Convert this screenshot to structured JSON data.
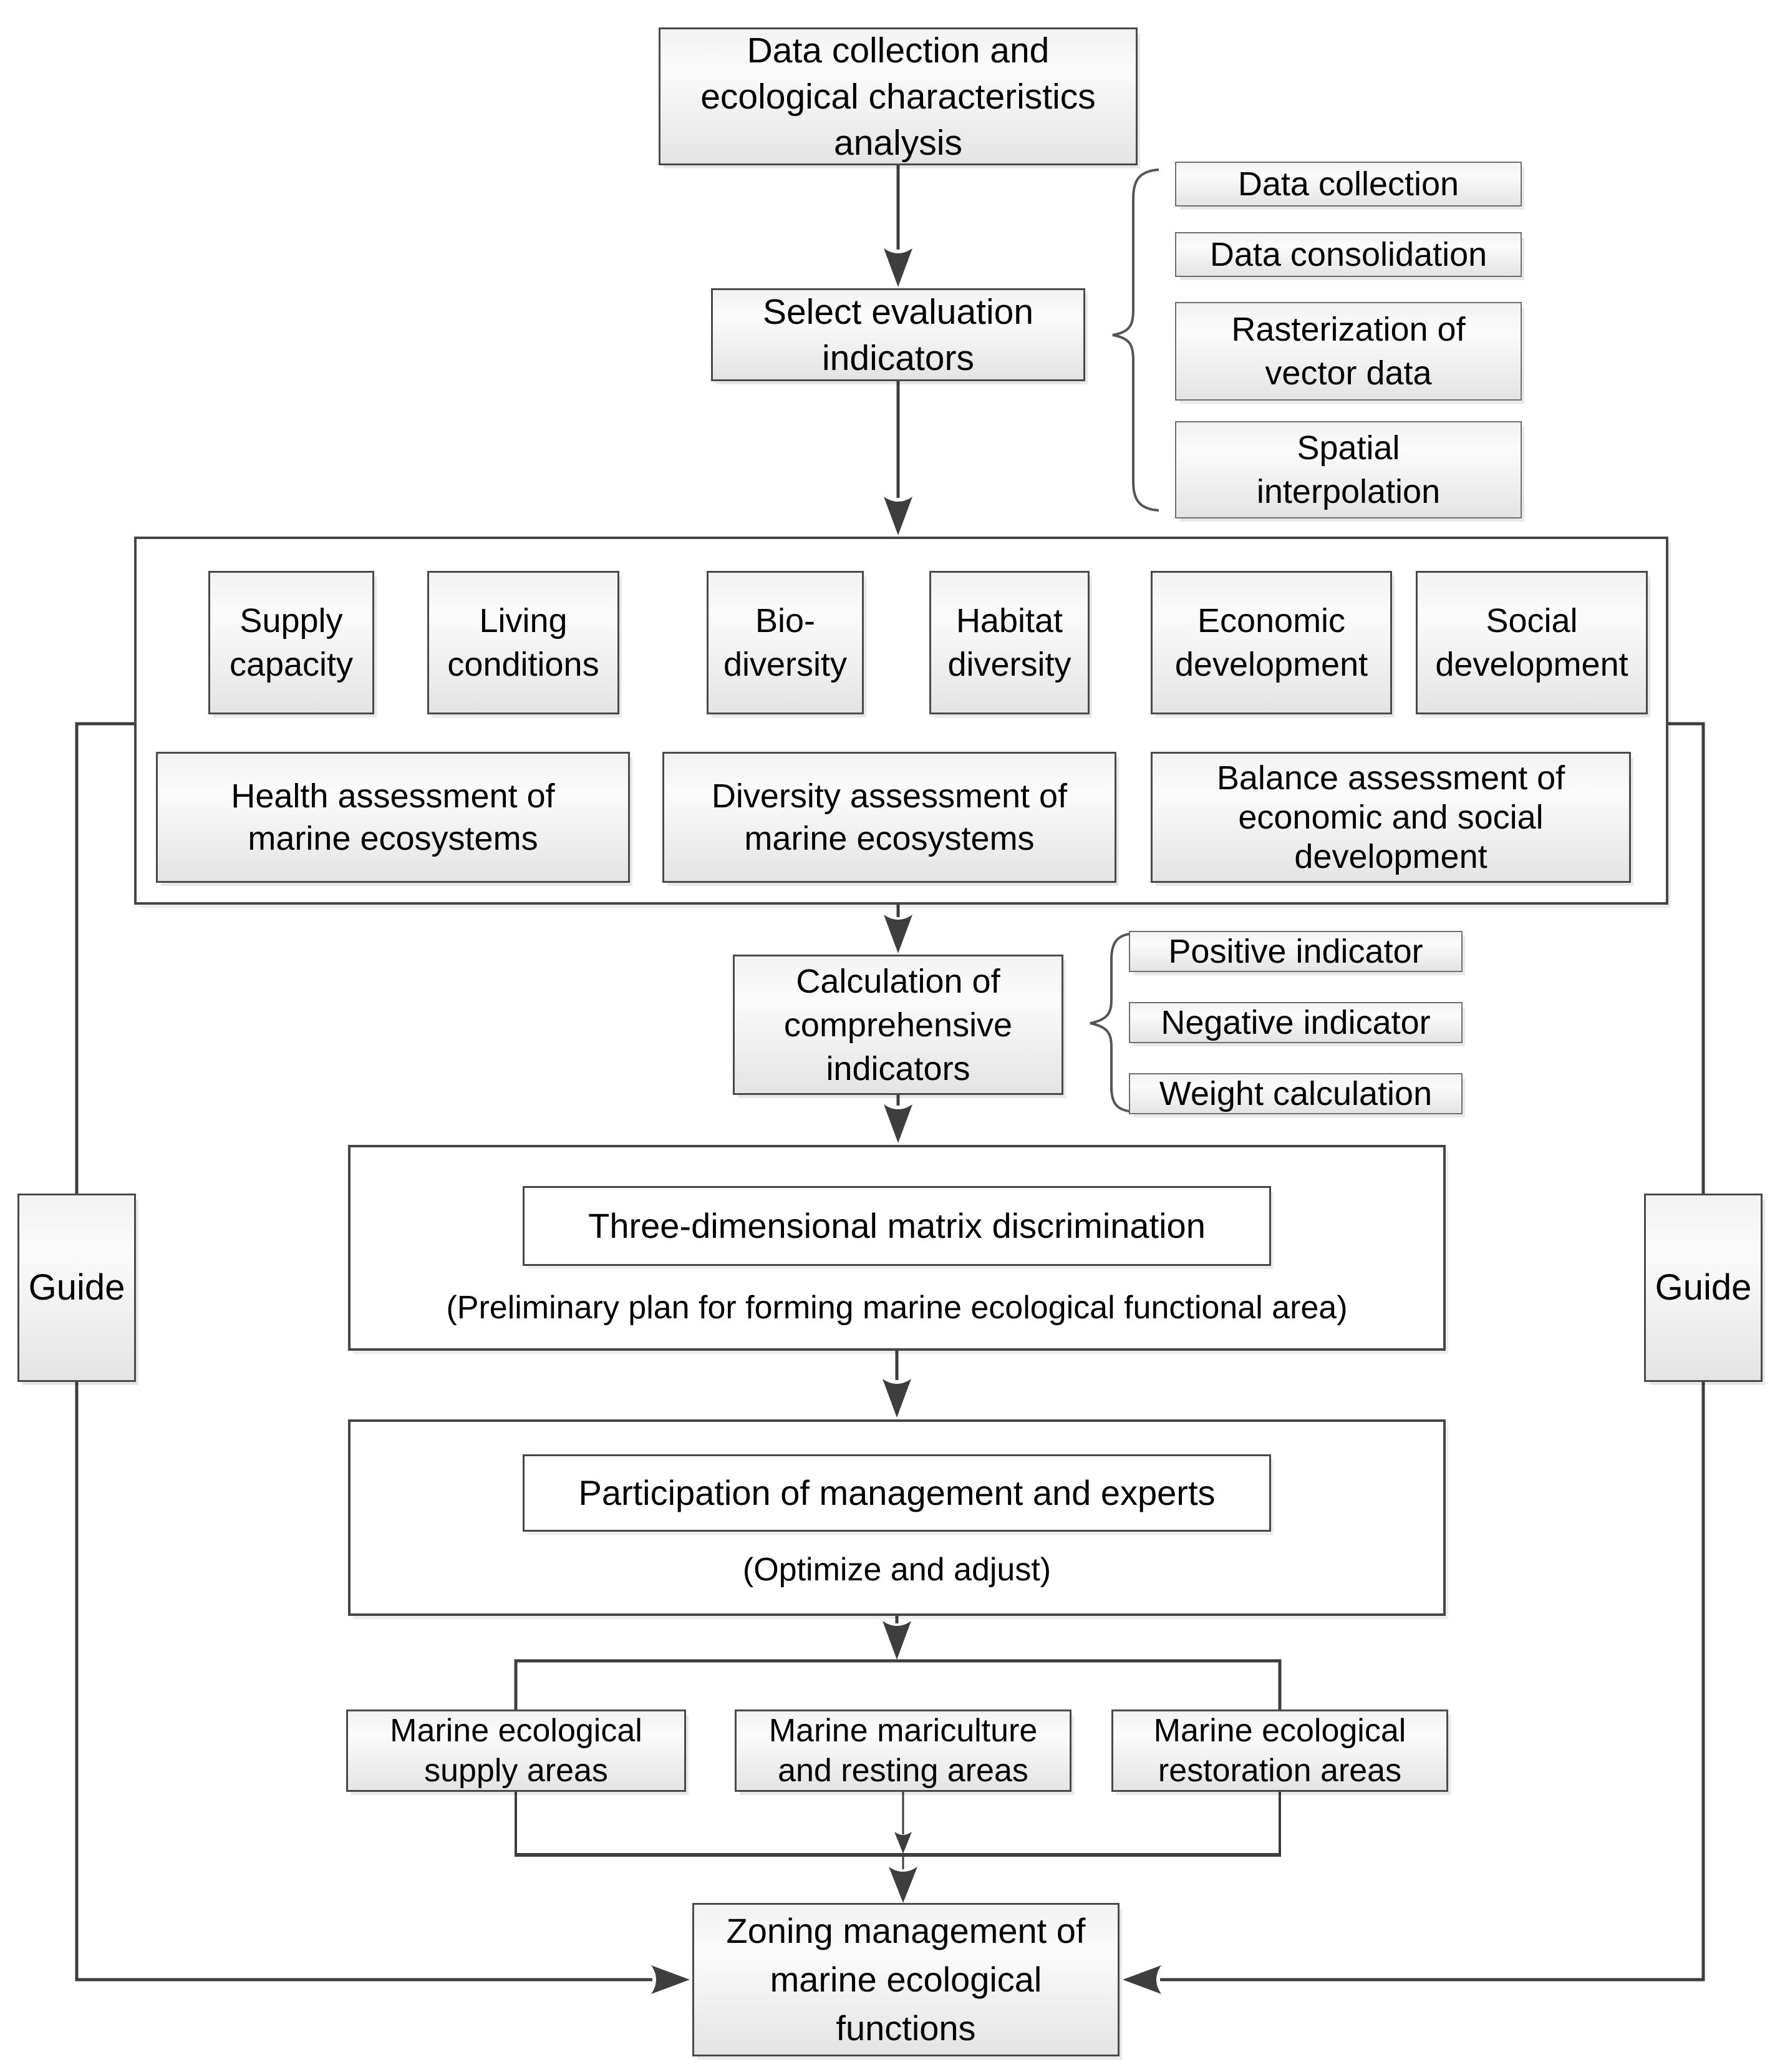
{
  "colors": {
    "line": "#3e3e3e",
    "border_dark": "#4a4a4a",
    "border_light": "#6f6f6f",
    "fill_top": "#f2f2f2",
    "fill_mid": "#fbfbfb",
    "fill_bottom": "#e4e4e4",
    "text": "#000000",
    "bg": "#ffffff"
  },
  "flow": {
    "top": "Data collection and\necological characteristics\nanalysis",
    "select": "Select evaluation\nindicators",
    "data_prep": [
      "Data collection",
      "Data consolidation",
      "Rasterization of\nvector data",
      "Spatial\ninterpolation"
    ],
    "indicator_groups": [
      "Supply\ncapacity",
      "Living\nconditions",
      "Bio-\ndiversity",
      "Habitat\ndiversity",
      "Economic\ndevelopment",
      "Social\ndevelopment"
    ],
    "assessments": [
      "Health assessment of\nmarine ecosystems",
      "Diversity assessment of\nmarine ecosystems",
      "Balance assessment of\neconomic and social\ndevelopment"
    ],
    "calculation": "Calculation of\ncomprehensive\nindicators",
    "indicator_types": [
      "Positive indicator",
      "Negative indicator",
      "Weight calculation"
    ],
    "matrix": {
      "title": "Three-dimensional matrix discrimination",
      "note": "(Preliminary plan for forming marine ecological functional area)"
    },
    "participation": {
      "title": "Participation of management and experts",
      "note": "(Optimize and adjust)"
    },
    "areas": [
      "Marine ecological\nsupply areas",
      "Marine mariculture\nand resting areas",
      "Marine ecological\nrestoration areas"
    ],
    "zoning": "Zoning management of\nmarine ecological\nfunctions",
    "guide": "Guide"
  }
}
